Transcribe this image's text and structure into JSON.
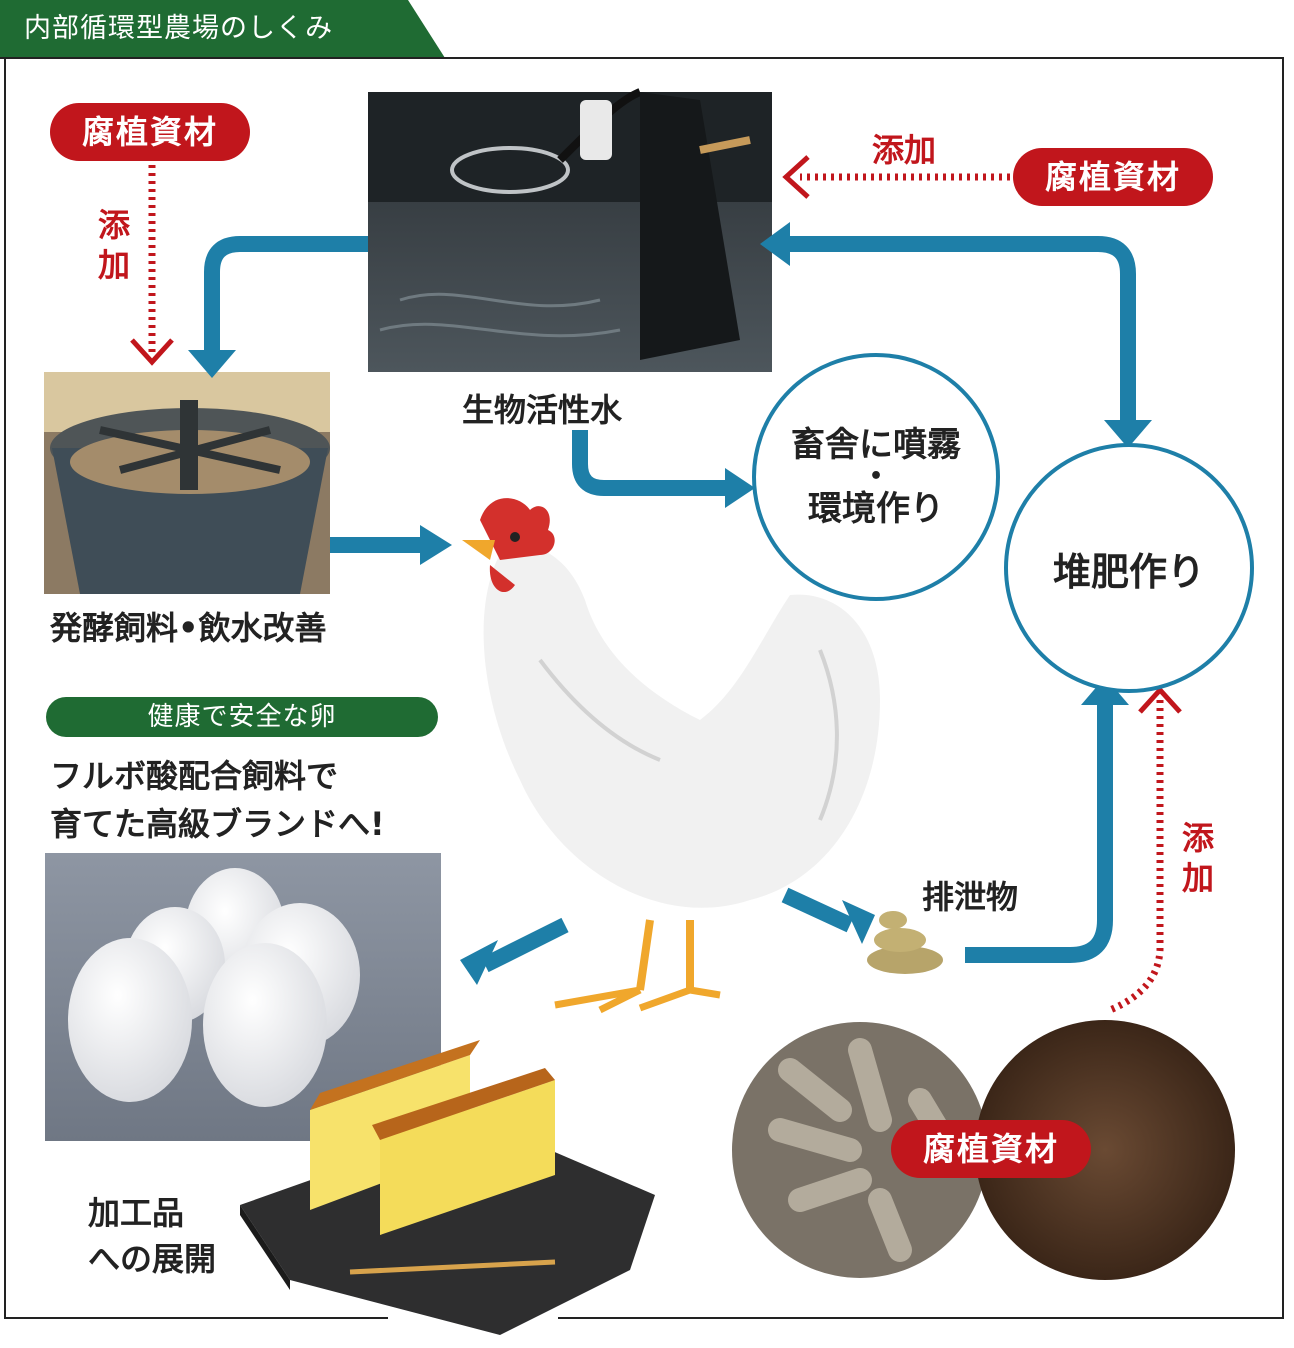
{
  "title": "内部循環型農場のしくみ",
  "colors": {
    "green": "#1f6b33",
    "red": "#c1161c",
    "blue": "#1e7fa8"
  },
  "humic_top_left": "腐植資材",
  "add_left": [
    "添",
    "加"
  ],
  "humic_top_right": "腐植資材",
  "add_top_right": "添加",
  "water_label": "生物活性水",
  "feed_label": "発酵飼料•飲水改善",
  "spray_circle": {
    "line1": "畜舎に噴霧",
    "dot": "•",
    "line2": "環境作り"
  },
  "compost_circle": "堆肥作り",
  "excrement_label": "排泄物",
  "add_right": [
    "添",
    "加"
  ],
  "egg_badge": "健康で安全な卵",
  "egg_text": {
    "line1": "フルボ酸配合飼料で",
    "line2": "育てた高級ブランドへ!"
  },
  "processed": {
    "line1": "加工品",
    "line2": "への展開"
  },
  "humic_bottom": "腐植資材"
}
